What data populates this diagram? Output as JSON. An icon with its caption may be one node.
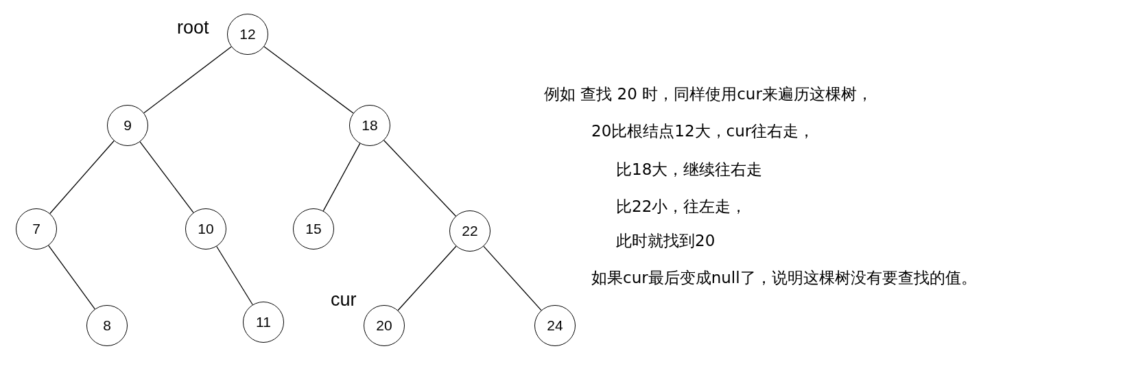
{
  "diagram": {
    "nodes": [
      {
        "text": [
          "12"
        ],
        "beside": [
          "root"
        ]
      },
      {
        "text": [
          "9"
        ]
      },
      {
        "text": [
          "18"
        ]
      },
      {
        "text": [
          "7"
        ]
      },
      {
        "text": [
          "10"
        ]
      },
      {
        "text": [
          "15"
        ]
      },
      {
        "text": [
          "22"
        ]
      },
      {
        "text": [
          "8"
        ]
      },
      {
        "text": [
          "11"
        ]
      },
      {
        "text": [
          "20"
        ],
        "beside": [
          "cur"
        ]
      },
      {
        "text": [
          "24"
        ]
      }
    ],
    "edges": [
      {
        "from": 0,
        "to": 1,
        "arrow": "none"
      },
      {
        "from": 0,
        "to": 2,
        "arrow": "none"
      },
      {
        "from": 1,
        "to": 3,
        "arrow": "none"
      },
      {
        "from": 1,
        "to": 4,
        "arrow": "none"
      },
      {
        "from": 2,
        "to": 5,
        "arrow": "none"
      },
      {
        "from": 2,
        "to": 6,
        "arrow": "none"
      },
      {
        "from": 3,
        "to": 7,
        "arrow": "none"
      },
      {
        "from": 4,
        "to": 8,
        "arrow": "none"
      },
      {
        "from": 6,
        "to": 9,
        "arrow": "none"
      },
      {
        "from": 6,
        "to": 10,
        "arrow": "none"
      }
    ],
    "labels": [
      "例如 查找 20 时，同样使用cur来遍历这棵树，",
      "20比根结点12大，cur往右走，",
      "比18大，继续往右走",
      "比22小，往左走，",
      "此时就找到20",
      "如果cur最后变成null了，说明这棵树没有要查找的值。"
    ]
  }
}
